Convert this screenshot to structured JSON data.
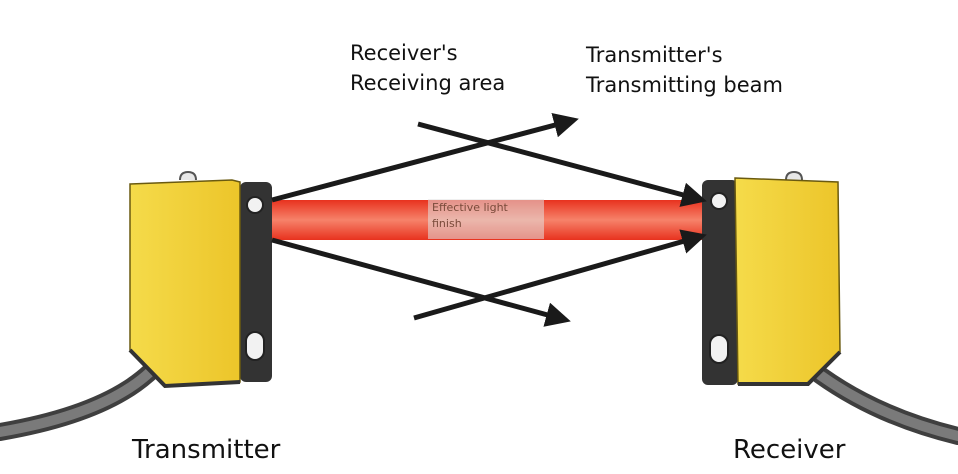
{
  "labels": {
    "receiver_area_line1": "Receiver's",
    "receiver_area_line2": "Receiving area",
    "transmitter_beam_line1": "Transmitter's",
    "transmitter_beam_line2": "Transmitting beam",
    "beam_line1": "Effective light",
    "beam_line2": "finish",
    "transmitter": "Transmitter",
    "receiver": "Receiver"
  },
  "colors": {
    "sensor_body": "#f2d23c",
    "sensor_side": "#c9a51a",
    "bracket": "#3a3a3a",
    "beam_core": "#f05a3a",
    "beam_edge": "#e02a1a",
    "arrow": "#1a1a1a",
    "cable": "#5c5c5c"
  }
}
